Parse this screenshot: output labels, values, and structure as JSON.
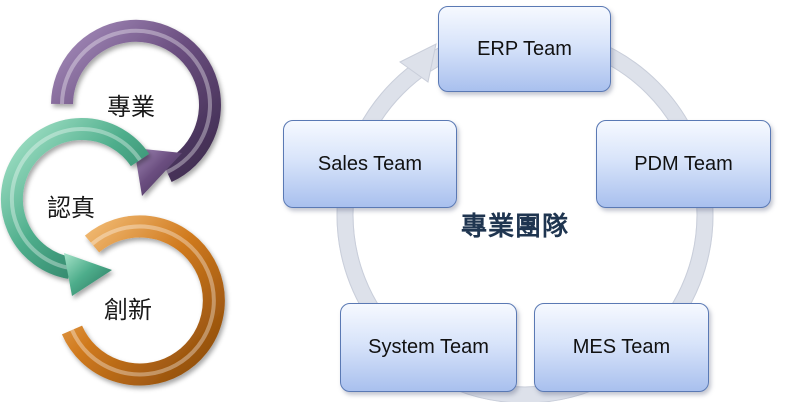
{
  "loops": [
    {
      "label": "專業",
      "color": "#6b4f80"
    },
    {
      "label": "認真",
      "color": "#4fae8c"
    },
    {
      "label": "創新",
      "color": "#d07a1e"
    }
  ],
  "team_cycle": {
    "title": "專業團隊",
    "ring_color": "#dde1ea",
    "box_fill": "#c4d5f5",
    "box_border": "#5a79b4",
    "teams": [
      {
        "label": "ERP Team"
      },
      {
        "label": "PDM Team"
      },
      {
        "label": "MES Team"
      },
      {
        "label": "System Team"
      },
      {
        "label": "Sales Team"
      }
    ]
  }
}
